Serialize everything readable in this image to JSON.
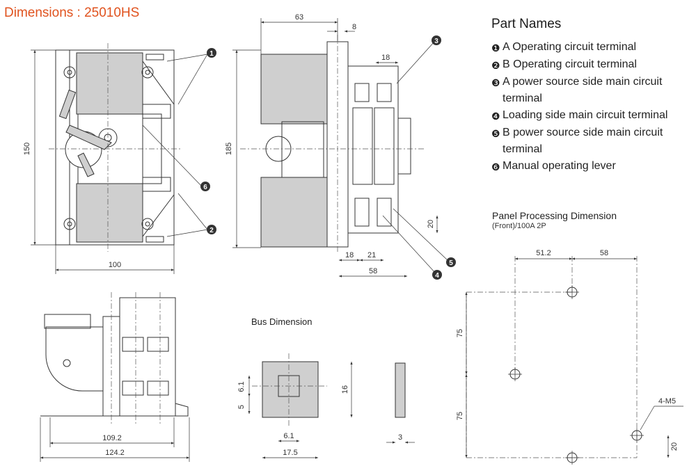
{
  "title": "Dimensions : 25010HS",
  "part_names": {
    "heading": "Part Names",
    "items": [
      {
        "num": "❶",
        "label": "A Operating circuit terminal"
      },
      {
        "num": "❷",
        "label": "B Operating circuit terminal"
      },
      {
        "num": "❸",
        "label": "A power source side main circuit terminal"
      },
      {
        "num": "❹",
        "label": "Loading side main circuit terminal"
      },
      {
        "num": "❺",
        "label": "B power source side main circuit terminal"
      },
      {
        "num": "❻",
        "label": "Manual operating lever"
      }
    ]
  },
  "panel": {
    "title": "Panel Processing Dimension",
    "subtitle": "(Front)/100A 2P",
    "dims": {
      "w1": "51.2",
      "w2": "58",
      "h1": "75",
      "h2": "75",
      "hole": "4-M5",
      "h3": "20"
    }
  },
  "bus": {
    "title": "Bus Dimension",
    "dims": {
      "a": "6.1",
      "b": "5",
      "h": "16",
      "w1": "6.1",
      "w2": "17.5",
      "t": "3"
    }
  },
  "front": {
    "dims": {
      "h": "150",
      "w": "100"
    }
  },
  "side": {
    "dims": {
      "w": "63",
      "gap": "8",
      "pitch": "18",
      "h": "185",
      "t": "20",
      "b1": "18",
      "b2": "21",
      "b3": "58"
    }
  },
  "bottom": {
    "dims": {
      "w1": "109.2",
      "w2": "124.2"
    }
  },
  "callouts": [
    "1",
    "2",
    "3",
    "4",
    "5",
    "6"
  ]
}
